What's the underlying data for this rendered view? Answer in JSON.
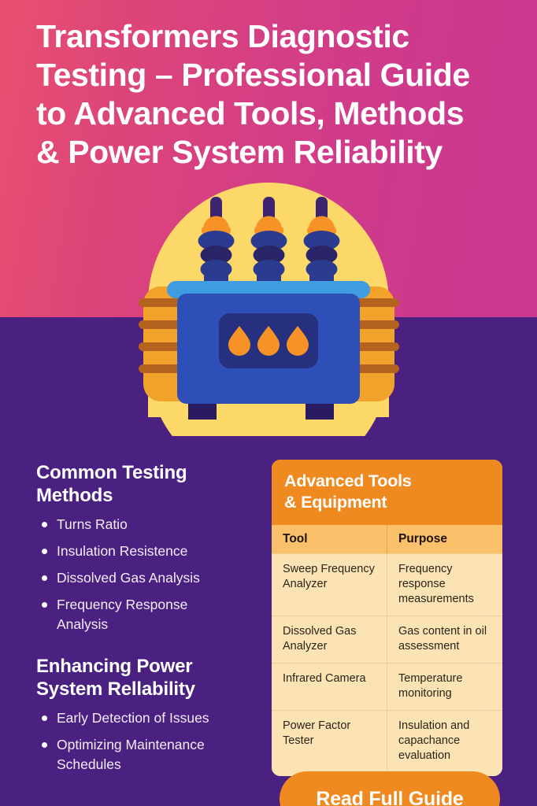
{
  "poster": {
    "title": "Transformers Diagnostic\nTesting – Professional Guide\nto Advanced Tools, Methods\n& Power System Reliability",
    "colors": {
      "header_gradient_start": "#e8506f",
      "header_gradient_end": "#c9378f",
      "body_purple": "#4a2080",
      "accent_orange": "#ef8a20",
      "card_cream": "#fbe3b4",
      "table_header_orange": "#fac06a",
      "illustration_circle_yellow": "#fbd868",
      "illustration_body_blue": "#2f4fb8",
      "illustration_dark_navy": "#2a1a60",
      "illustration_top_blue": "#3f9ce0",
      "illustration_drop_orange": "#f79326",
      "illustration_radiator_orange": "#f0a22b"
    }
  },
  "illustration": {
    "name": "oil-filled-power-transformer",
    "bushing_count": 3,
    "oil_drop_count": 3
  },
  "sections": [
    {
      "heading": "Common Testing\nMethods",
      "items": [
        "Turns Ratio",
        "Insulation Resistence",
        "Dissolved Gas Analysis",
        "Frequency Response\nAnalysis"
      ]
    },
    {
      "heading": "Enhancing Power\nSystem Rellability",
      "items": [
        "Early Detection of Issues",
        "Optimizing Maintenance\nSchedules"
      ]
    }
  ],
  "tools_card": {
    "title": "Advanced Tools\n& Equipment",
    "columns": [
      "Tool",
      "Purpose"
    ],
    "rows": [
      {
        "tool": "Sweep Frequency Analyzer",
        "purpose": "Frequency response measurements"
      },
      {
        "tool": "Dissolved Gas Analyzer",
        "purpose": "Gas content in oil assessment"
      },
      {
        "tool": "Infrared Camera",
        "purpose": "Temperature monitoring"
      },
      {
        "tool": "Power Factor Tester",
        "purpose": "Insulation and capachance evaluation"
      }
    ]
  },
  "cta": {
    "label": "Read Full Guide"
  }
}
